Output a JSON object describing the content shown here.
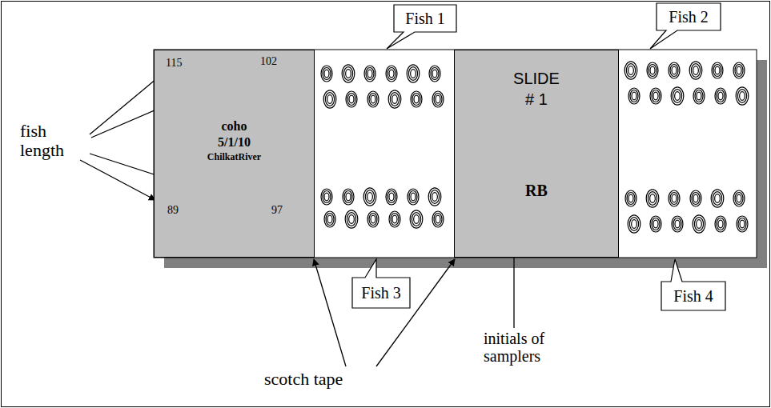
{
  "diagram": {
    "nodes": [
      {
        "text": [
          "115",
          "102",
          "coho",
          "5/1/10",
          "ChilkatRiver",
          "89",
          "97"
        ]
      },
      {
        "text": [
          "Fish 1"
        ]
      },
      {
        "text": [
          "SLIDE",
          "# 1",
          "RB"
        ]
      },
      {
        "text": [
          "Fish 2"
        ]
      },
      {
        "text": [
          "Fish 3"
        ]
      },
      {
        "text": [
          "Fish 4"
        ]
      }
    ],
    "labels": [
      "fish length",
      "scotch tape",
      "initials of samplers"
    ]
  }
}
